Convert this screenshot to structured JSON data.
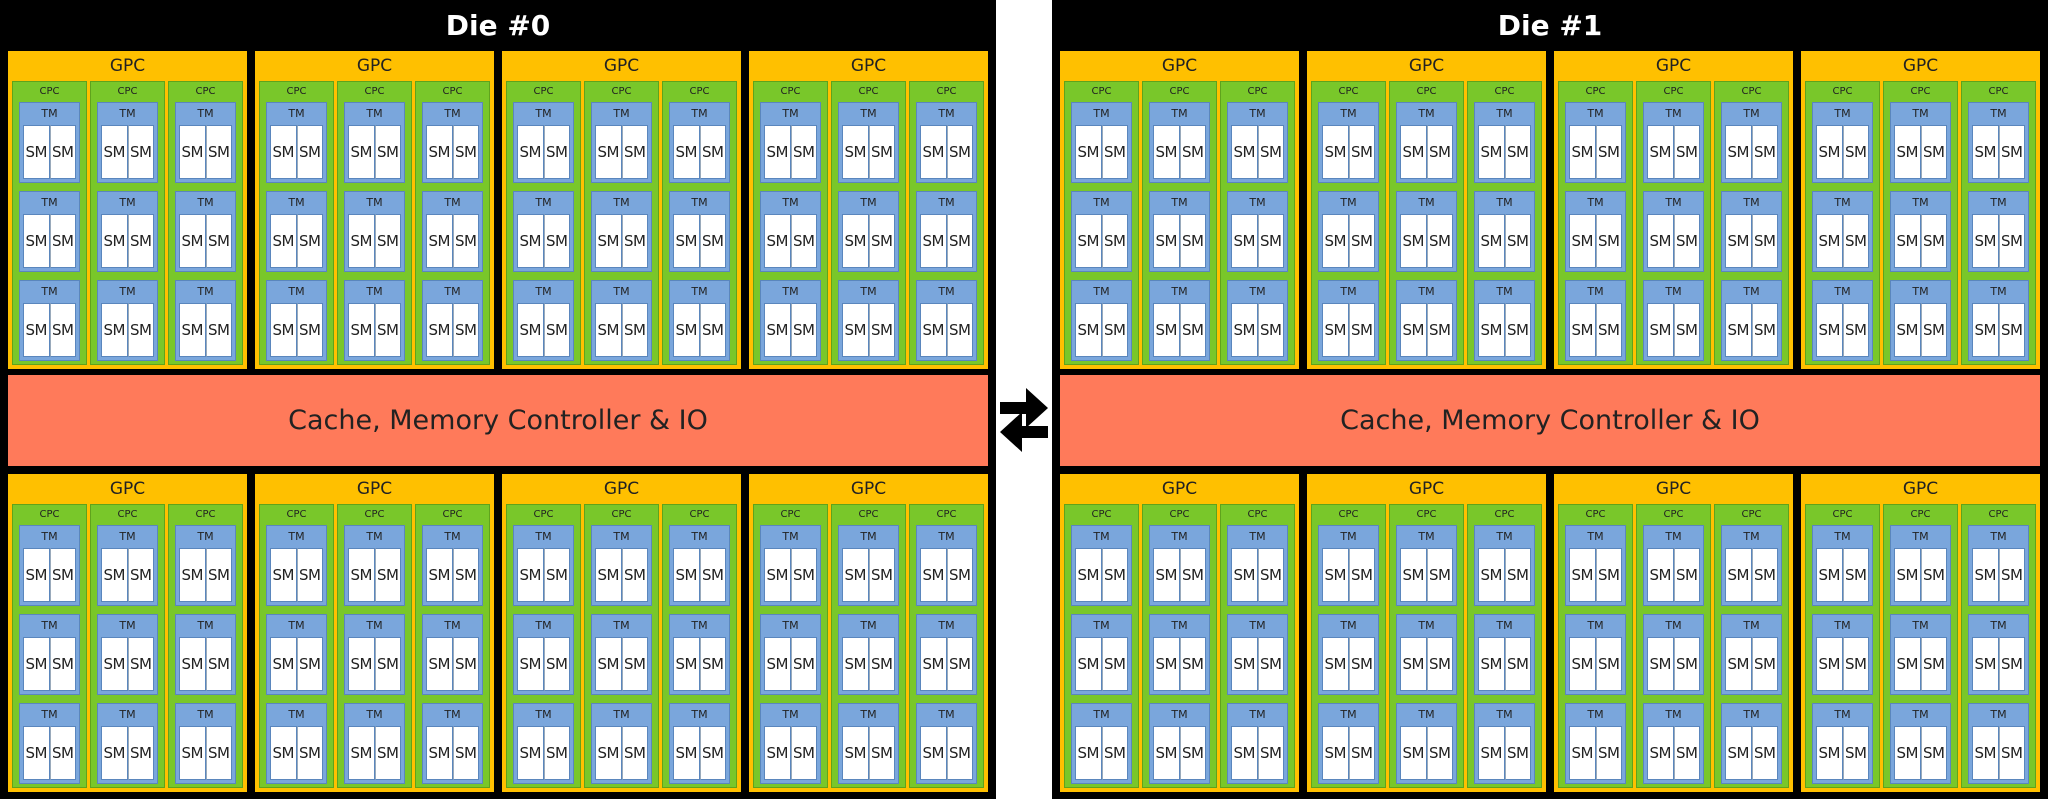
{
  "dies": [
    {
      "title": "Die #0",
      "io_label": "Cache, Memory Controller & IO"
    },
    {
      "title": "Die #1",
      "io_label": "Cache, Memory Controller & IO"
    }
  ],
  "labels": {
    "gpc": "GPC",
    "cpc": "CPC",
    "tm": "TM",
    "sm": "SM"
  },
  "colors": {
    "die_bg": "#000000",
    "gpc": "#ffc000",
    "cpc": "#79c72a",
    "tpc": "#7aa6dc",
    "sm": "#ffffff",
    "io": "#ff7a5a"
  },
  "interconnect_icon": "bidirectional-arrows-icon"
}
